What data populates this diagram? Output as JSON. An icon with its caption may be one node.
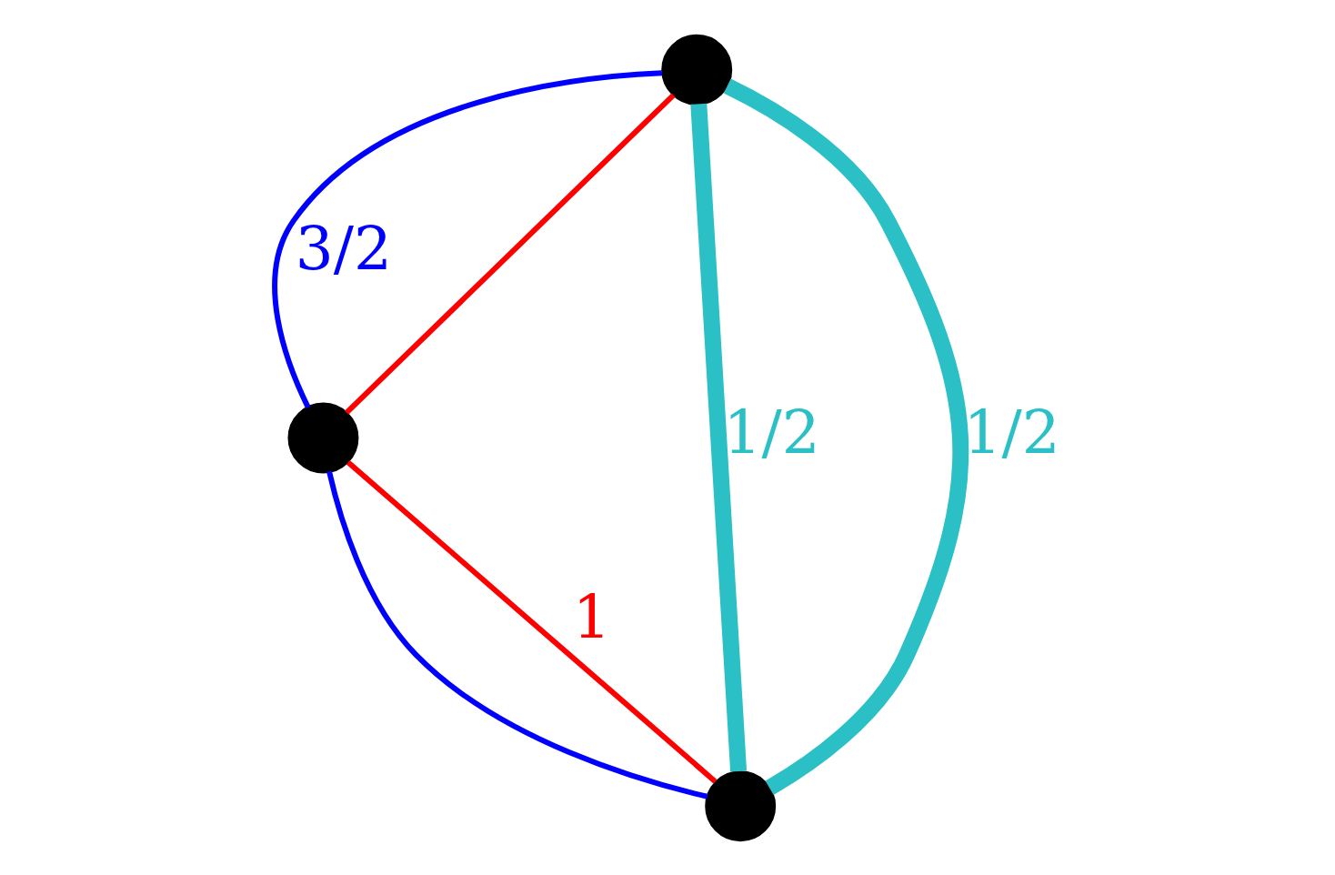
{
  "diagram": {
    "nodes": [
      {
        "text": [],
        "shape": "circle"
      },
      {
        "text": [],
        "shape": "circle"
      },
      {
        "text": [],
        "shape": "circle"
      }
    ],
    "edges": [
      {
        "from": 1,
        "to": 0,
        "arrow": "none",
        "color": "#0000ff",
        "label": "3/2"
      },
      {
        "from": 0,
        "to": 2,
        "arrow": "none",
        "color": "#0000ff"
      },
      {
        "from": 1,
        "to": 0,
        "arrow": "none",
        "color": "#ff0000"
      },
      {
        "from": 0,
        "to": 2,
        "arrow": "none",
        "color": "#ff0000",
        "label": "1"
      },
      {
        "from": 1,
        "to": 2,
        "arrow": "none",
        "color": "#2ac0c6",
        "style": "thick",
        "label": "1/2"
      },
      {
        "from": 1,
        "to": 2,
        "arrow": "none",
        "color": "#2ac0c6",
        "style": "thick",
        "label": "1/2"
      }
    ]
  }
}
